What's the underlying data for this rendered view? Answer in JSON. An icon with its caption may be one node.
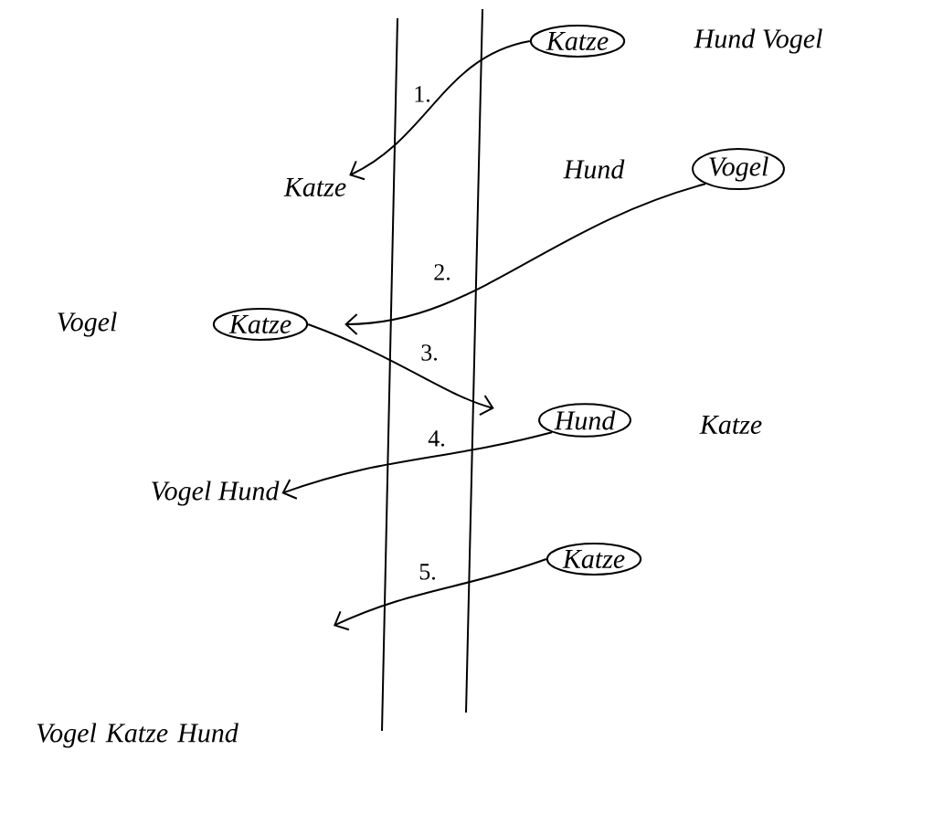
{
  "diagram": {
    "nodes": [
      {
        "text": [
          "Katze"
        ]
      },
      {
        "text": [
          "Katze"
        ]
      },
      {
        "text": [
          "Vogel"
        ]
      },
      {
        "text": [
          "Katze"
        ]
      },
      {
        "text": [
          "Hund"
        ]
      },
      {
        "text": [
          "Vogel Hund"
        ]
      },
      {
        "text": [
          "Katze"
        ]
      }
    ],
    "edges": [
      {
        "from": 0,
        "to": 1,
        "arrow": "to",
        "label": "1."
      },
      {
        "from": 2,
        "to": 3,
        "arrow": "to",
        "label": "2."
      },
      {
        "from": 3,
        "to": 4,
        "arrow": "to",
        "label": "3."
      },
      {
        "from": 4,
        "to": 5,
        "arrow": "to",
        "label": "4."
      },
      {
        "from": 6,
        "to": null,
        "arrow": "to",
        "label": "5."
      }
    ],
    "labels": [
      "Hund Vogel",
      "Hund",
      "Vogel",
      "Katze",
      "Vogel Katze Hund"
    ]
  }
}
